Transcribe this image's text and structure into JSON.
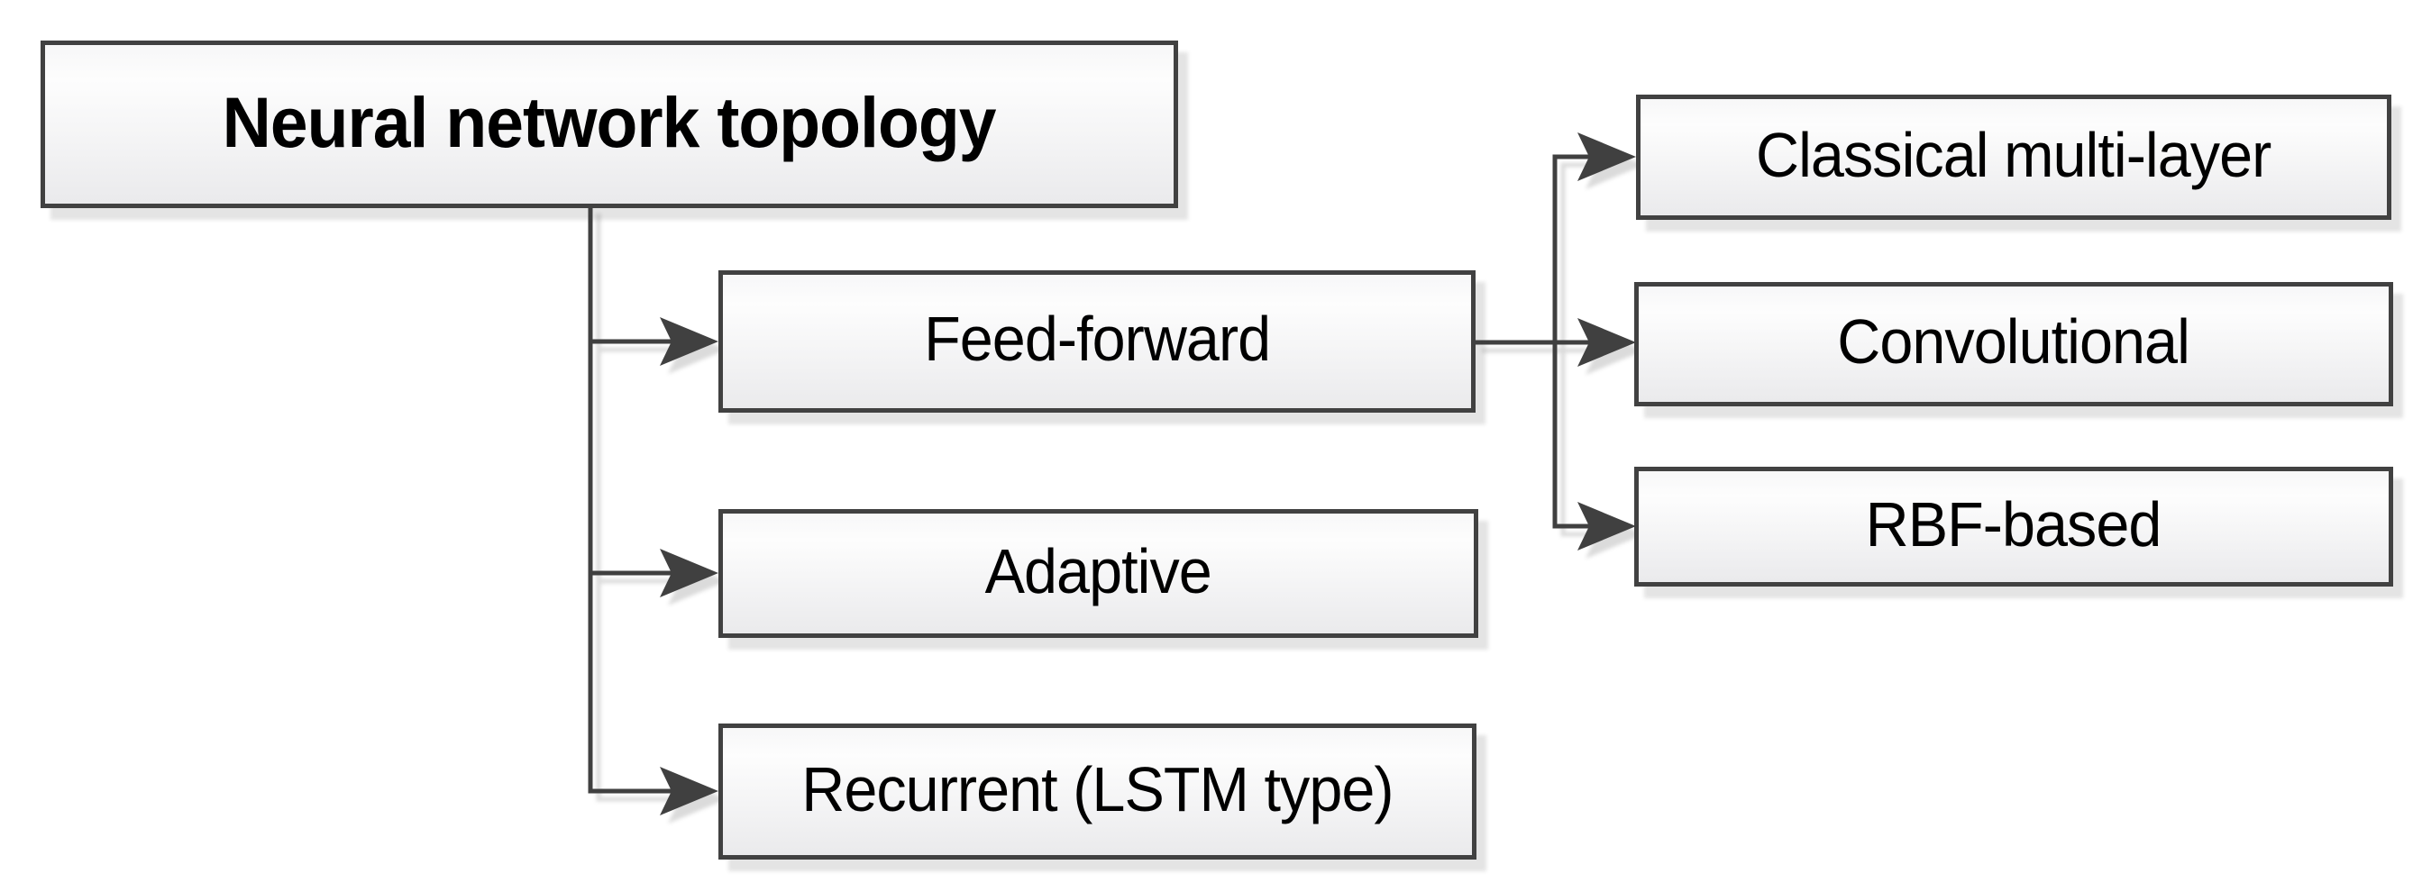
{
  "diagram": {
    "type": "tree-flowchart",
    "nodes": {
      "root": {
        "label": "Neural network topology"
      },
      "feed_forward": {
        "label": "Feed-forward"
      },
      "adaptive": {
        "label": "Adaptive"
      },
      "recurrent": {
        "label": "Recurrent (LSTM type)"
      },
      "classical": {
        "label": "Classical multi-layer"
      },
      "convolutional": {
        "label": "Convolutional"
      },
      "rbf": {
        "label": "RBF-based"
      }
    },
    "edges": [
      [
        "root",
        "feed_forward"
      ],
      [
        "root",
        "adaptive"
      ],
      [
        "root",
        "recurrent"
      ],
      [
        "feed_forward",
        "classical"
      ],
      [
        "feed_forward",
        "convolutional"
      ],
      [
        "feed_forward",
        "rbf"
      ]
    ],
    "colors": {
      "background": "#ffffff",
      "box_border": "#414141",
      "box_fill_top": "#fdfdfd",
      "box_fill_bottom": "#eaeaec",
      "connector": "#414141",
      "arrowhead": "#414141",
      "shadow": "#d9d9dc",
      "text": "#000000"
    }
  }
}
